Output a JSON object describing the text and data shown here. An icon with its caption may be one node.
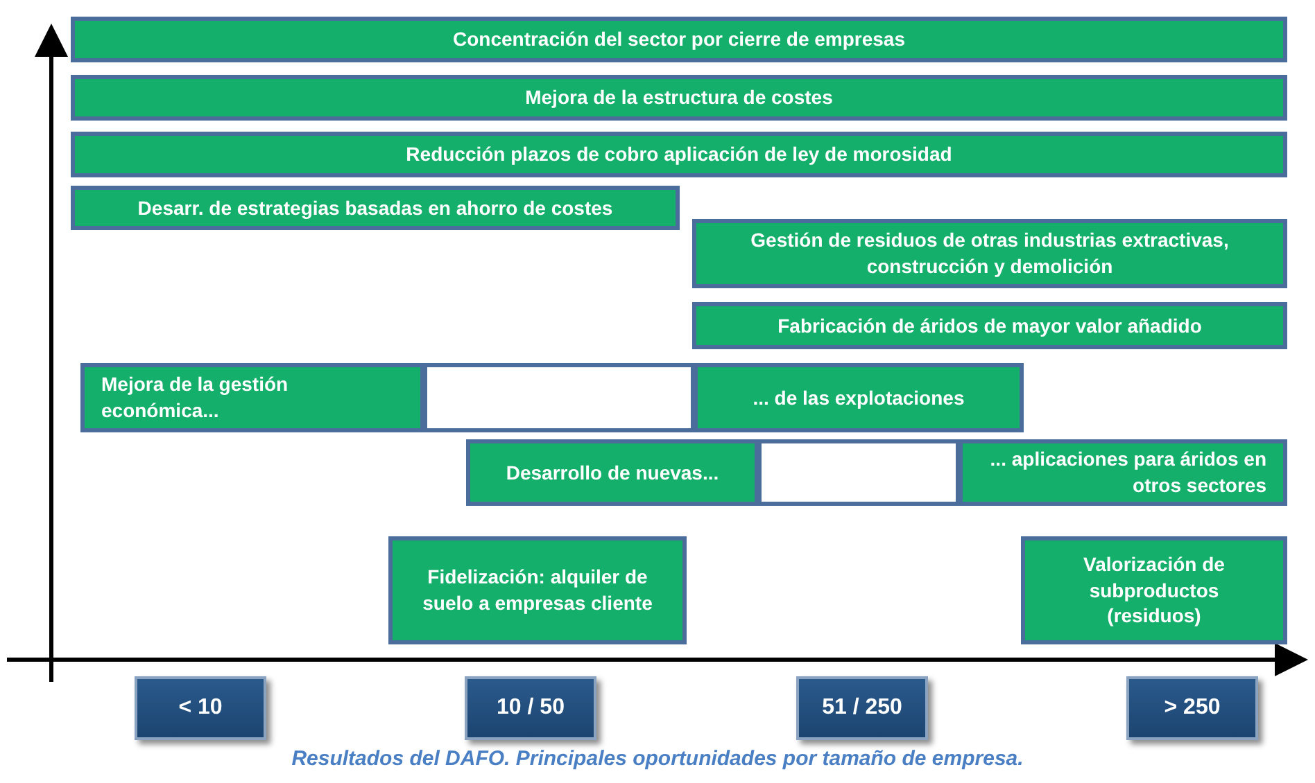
{
  "diagram": {
    "caption": "Resultados del DAFO. Principales oportunidades por tamaño de empresa.",
    "nodes": [
      {
        "text": [
          "Concentración del sector por cierre de empresas"
        ]
      },
      {
        "text": [
          "Mejora de la estructura de costes"
        ]
      },
      {
        "text": [
          "Reducción plazos de cobro aplicación de ley de morosidad"
        ]
      },
      {
        "text": [
          "Desarr. de estrategias basadas en ahorro de costes"
        ]
      },
      {
        "text": [
          "Gestión de residuos de otras industrias extractivas, construcción y demolición"
        ]
      },
      {
        "text": [
          "Fabricación de áridos de mayor valor añadido"
        ]
      },
      {
        "text": [
          "Mejora de la gestión económica..."
        ]
      },
      {
        "text": [],
        "shape": "box"
      },
      {
        "text": [
          "... de las explotaciones"
        ]
      },
      {
        "text": [
          "Desarrollo de nuevas..."
        ]
      },
      {
        "text": [],
        "shape": "box"
      },
      {
        "text": [
          "... aplicaciones para áridos en otros sectores"
        ]
      },
      {
        "text": [
          "Fidelización: alquiler de suelo a empresas cliente"
        ]
      },
      {
        "text": [
          "Valorización de subproductos (residuos)"
        ]
      },
      {
        "text": [
          "< 10"
        ]
      },
      {
        "text": [
          "10 / 50"
        ]
      },
      {
        "text": [
          "51 / 250"
        ]
      },
      {
        "text": [
          "> 250"
        ]
      }
    ]
  }
}
